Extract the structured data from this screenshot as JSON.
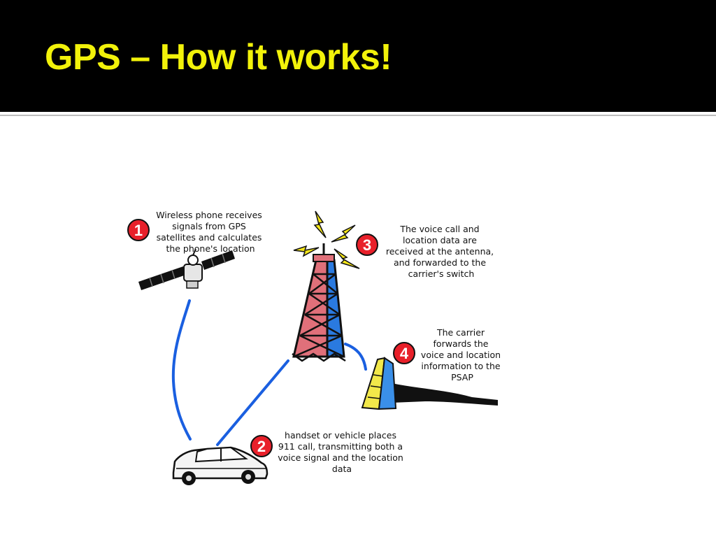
{
  "slide": {
    "title": "GPS – How it works!",
    "title_color": "#f2f20a",
    "header_bg": "#000000"
  },
  "diagram": {
    "steps": [
      {
        "number": "1",
        "lines": [
          "Wireless phone receives",
          "signals from GPS",
          "satellites and calculates",
          "the phone's location"
        ]
      },
      {
        "number": "2",
        "lines": [
          "handset or vehicle places",
          "911 call, transmitting both a",
          "voice signal and the location",
          "data"
        ]
      },
      {
        "number": "3",
        "lines": [
          "The voice call and",
          "location data are",
          "received at the antenna,",
          "and forwarded to the",
          "carrier's switch"
        ]
      },
      {
        "number": "4",
        "lines": [
          "The carrier",
          "forwards the",
          "voice and location",
          "information to the",
          "PSAP"
        ]
      }
    ],
    "colors": {
      "badge": "#e8202a",
      "link_line": "#1a5fe0",
      "tower_red": "#e0707a",
      "tower_blue": "#2a7ae0",
      "bolt": "#f5e61a",
      "switch_yellow": "#f2e84a",
      "switch_blue": "#3a8fe8"
    },
    "icons": [
      "satellite-icon",
      "car-icon",
      "antenna-tower-icon",
      "carrier-switch-icon"
    ]
  }
}
